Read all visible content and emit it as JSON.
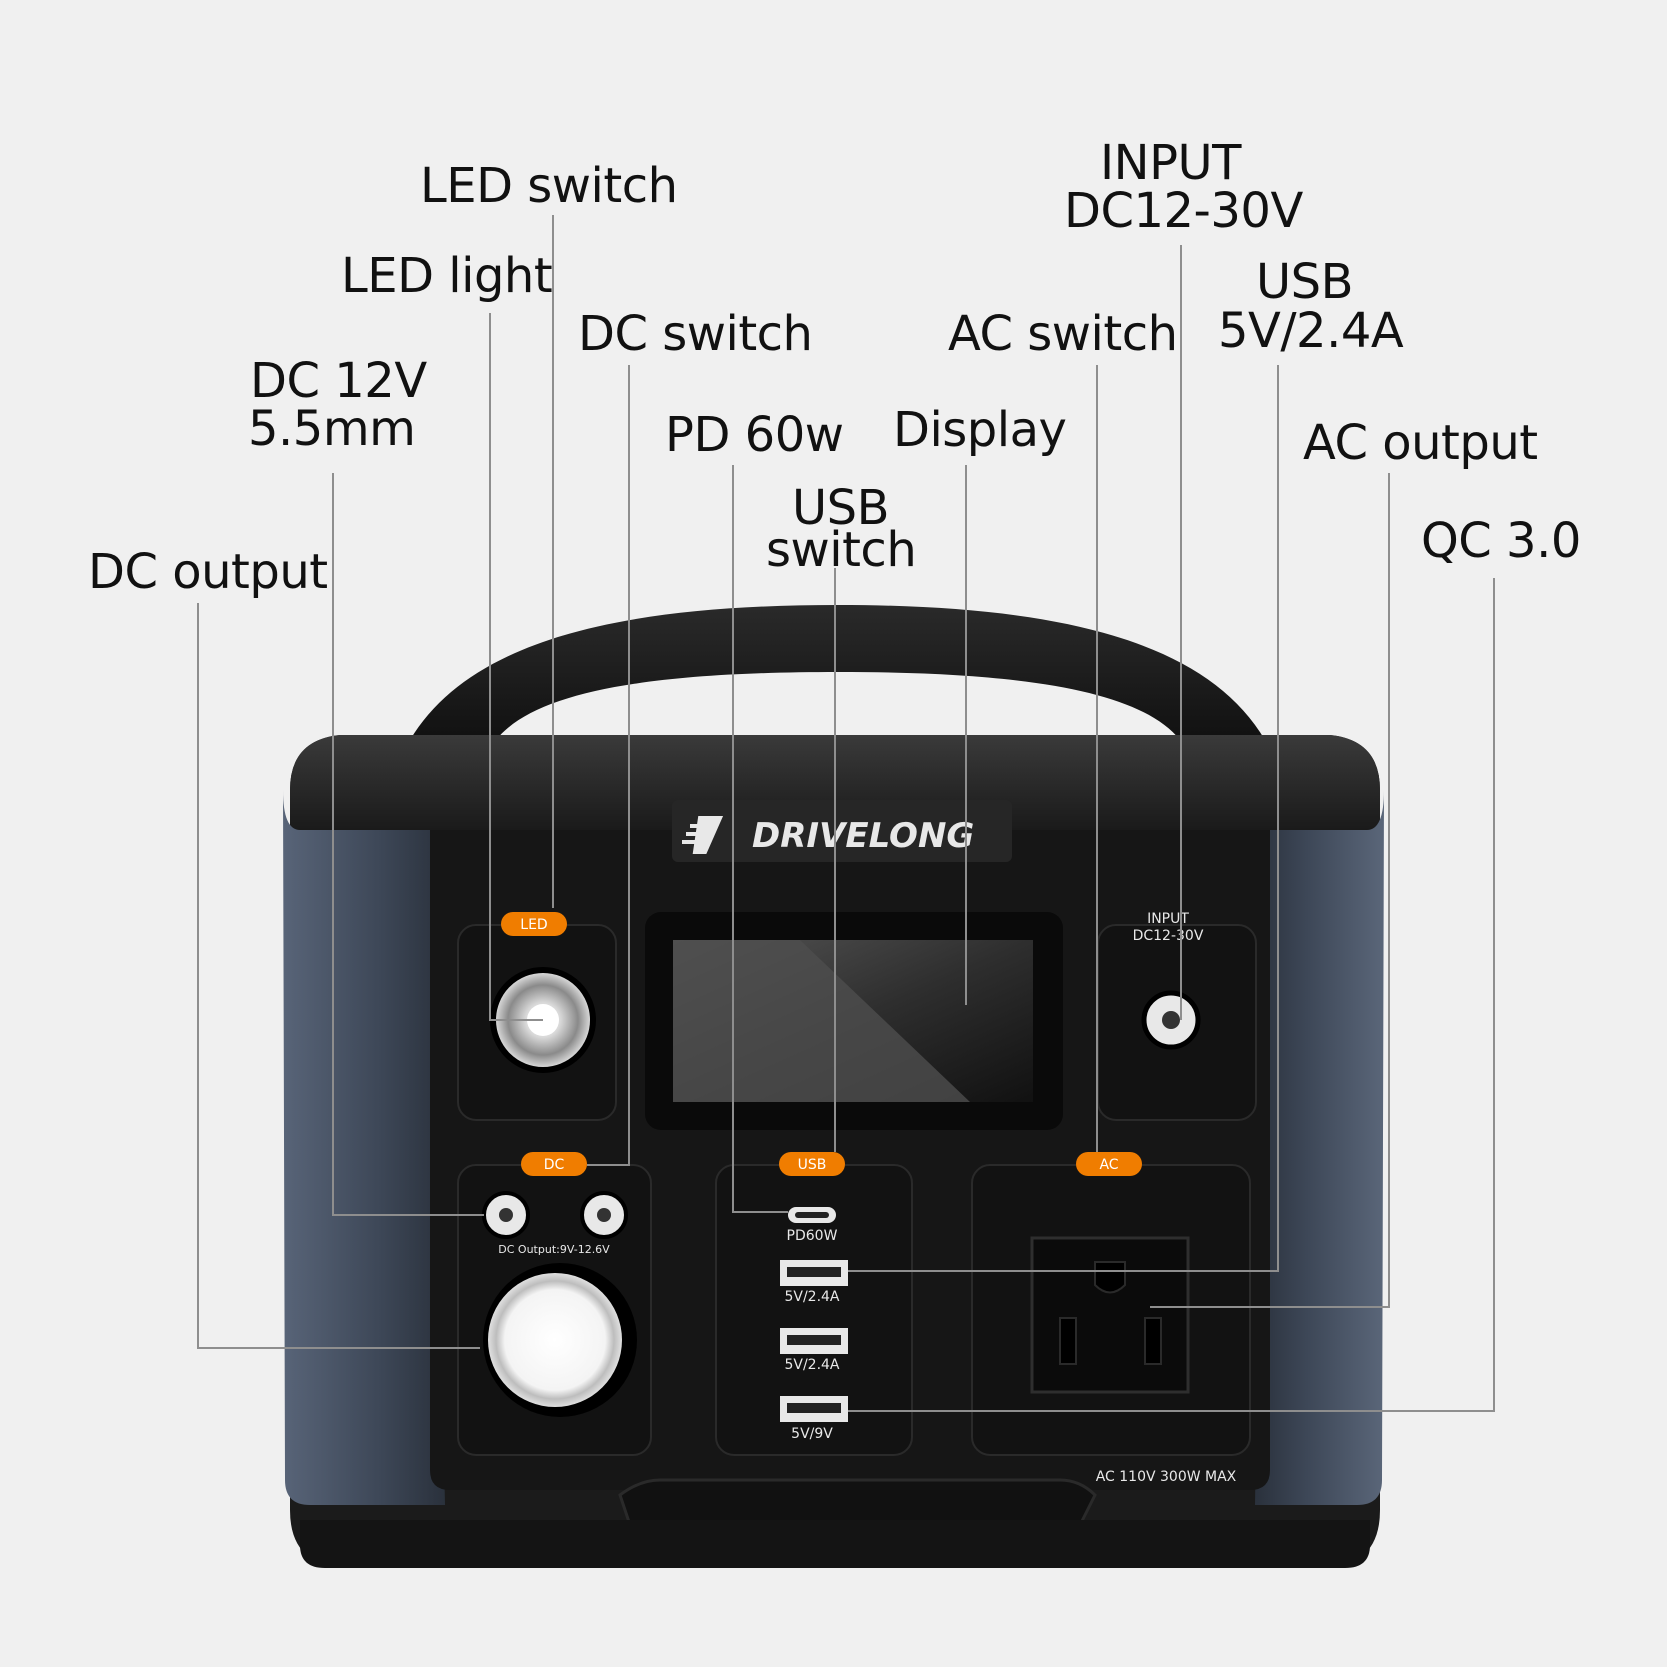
{
  "brand": "DRIVELONG",
  "callouts": {
    "led_switch": "LED switch",
    "led_light": "LED light",
    "dc_switch": "DC switch",
    "dc_12v_line1": "DC 12V",
    "dc_12v_line2": "5.5mm",
    "dc_output": "DC output",
    "pd_60w": "PD 60w",
    "usb_switch_line1": "USB",
    "usb_switch_line2": "switch",
    "display": "Display",
    "ac_switch": "AC switch",
    "input_line1": "INPUT",
    "input_line2": "DC12-30V",
    "usb_line1": "USB",
    "usb_line2": "5V/2.4A",
    "ac_output": "AC output",
    "qc": "QC 3.0"
  },
  "device": {
    "led_button": "LED",
    "dc_button": "DC",
    "usb_button": "USB",
    "ac_button": "AC",
    "input_label_line1": "INPUT",
    "input_label_line2": "DC12-30V",
    "dc_output_label": "DC Output:9V-12.6V",
    "pd_label": "PD60W",
    "usb1_label": "5V/2.4A",
    "usb2_label": "5V/2.4A",
    "usb3_label": "5V/9V",
    "ac_rating": "AC 110V 300W MAX"
  },
  "colors": {
    "background": "#f0f0f0",
    "body": "#1c1c1c",
    "side_panel": "#3f4a5c",
    "button_orange": "#f07d00",
    "leader_line": "#8e8e8e"
  }
}
